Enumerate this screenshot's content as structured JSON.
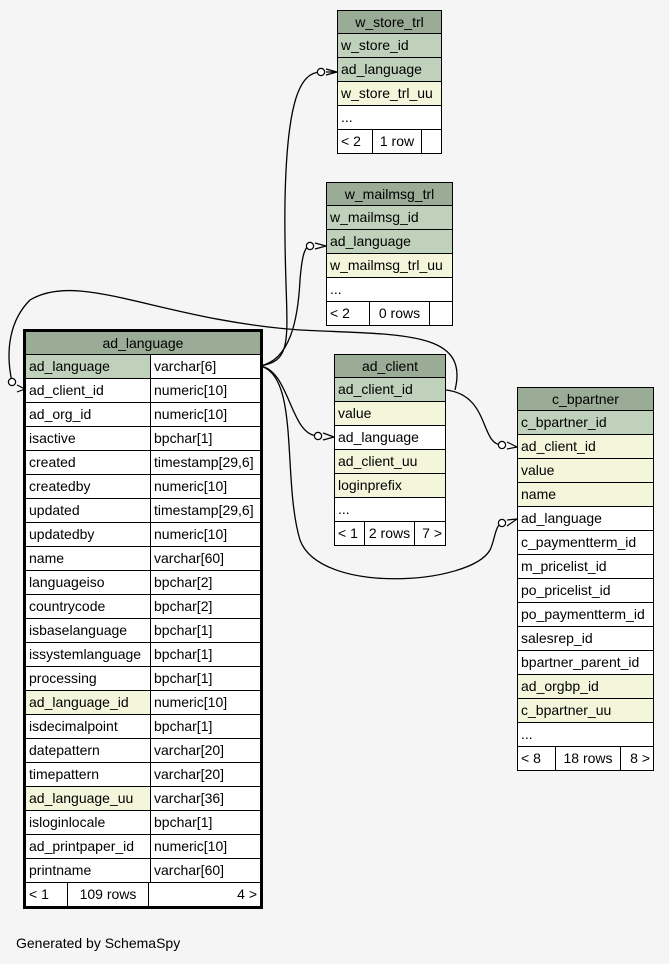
{
  "footer": "Generated by SchemaSpy",
  "tables": {
    "w_store_trl": {
      "name": "w_store_trl",
      "columns": [
        "w_store_id",
        "ad_language",
        "w_store_trl_uu",
        "..."
      ],
      "footer": [
        "< 2",
        "1 row",
        ""
      ]
    },
    "w_mailmsg_trl": {
      "name": "w_mailmsg_trl",
      "columns": [
        "w_mailmsg_id",
        "ad_language",
        "w_mailmsg_trl_uu",
        "..."
      ],
      "footer": [
        "< 2",
        "0 rows",
        ""
      ]
    },
    "ad_client": {
      "name": "ad_client",
      "columns": [
        "ad_client_id",
        "value",
        "ad_language",
        "ad_client_uu",
        "loginprefix",
        "..."
      ],
      "footer": [
        "< 1",
        "2 rows",
        "7 >"
      ]
    },
    "c_bpartner": {
      "name": "c_bpartner",
      "columns": [
        "c_bpartner_id",
        "ad_client_id",
        "value",
        "name",
        "ad_language",
        "c_paymentterm_id",
        "m_pricelist_id",
        "po_pricelist_id",
        "po_paymentterm_id",
        "salesrep_id",
        "bpartner_parent_id",
        "ad_orgbp_id",
        "c_bpartner_uu",
        "..."
      ],
      "footer": [
        "< 8",
        "18 rows",
        "8 >"
      ]
    },
    "ad_language": {
      "name": "ad_language",
      "columns": [
        [
          "ad_language",
          "varchar[6]"
        ],
        [
          "ad_client_id",
          "numeric[10]"
        ],
        [
          "ad_org_id",
          "numeric[10]"
        ],
        [
          "isactive",
          "bpchar[1]"
        ],
        [
          "created",
          "timestamp[29,6]"
        ],
        [
          "createdby",
          "numeric[10]"
        ],
        [
          "updated",
          "timestamp[29,6]"
        ],
        [
          "updatedby",
          "numeric[10]"
        ],
        [
          "name",
          "varchar[60]"
        ],
        [
          "languageiso",
          "bpchar[2]"
        ],
        [
          "countrycode",
          "bpchar[2]"
        ],
        [
          "isbaselanguage",
          "bpchar[1]"
        ],
        [
          "issystemlanguage",
          "bpchar[1]"
        ],
        [
          "processing",
          "bpchar[1]"
        ],
        [
          "ad_language_id",
          "numeric[10]"
        ],
        [
          "isdecimalpoint",
          "bpchar[1]"
        ],
        [
          "datepattern",
          "varchar[20]"
        ],
        [
          "timepattern",
          "varchar[20]"
        ],
        [
          "ad_language_uu",
          "varchar[36]"
        ],
        [
          "isloginlocale",
          "bpchar[1]"
        ],
        [
          "ad_printpaper_id",
          "numeric[10]"
        ],
        [
          "printname",
          "varchar[60]"
        ]
      ],
      "footer": [
        "< 1",
        "109 rows",
        "4 >"
      ]
    }
  }
}
